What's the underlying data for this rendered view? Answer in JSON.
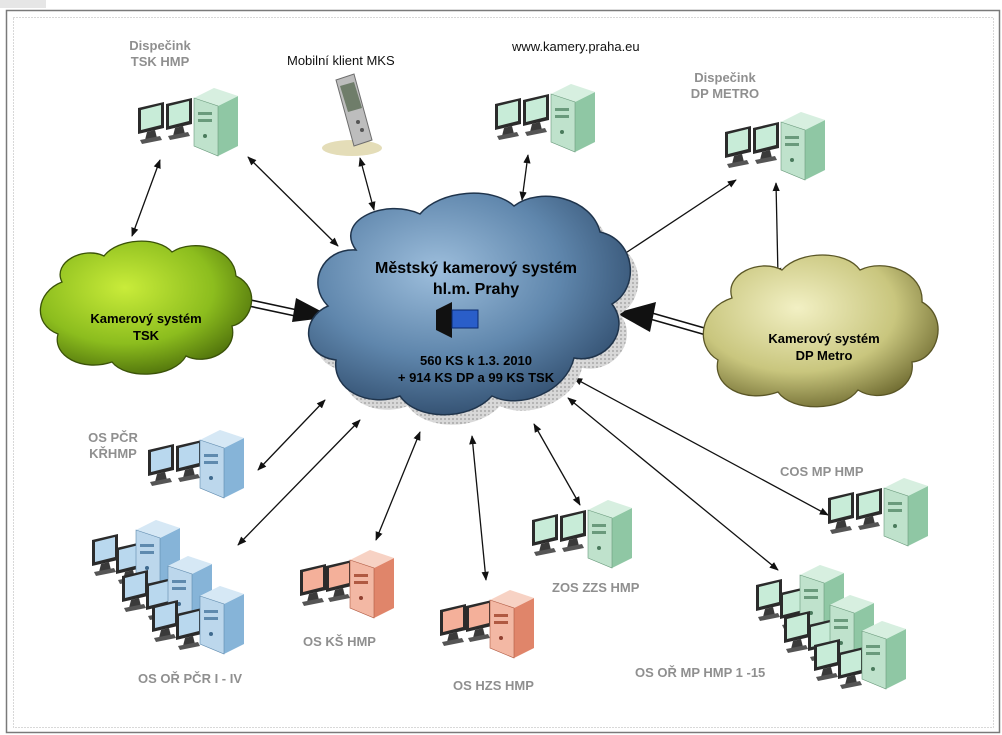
{
  "colors": {
    "main_cloud": "#5f86ac",
    "tsk_cloud": "#8cbd1e",
    "metro_cloud": "#c9c67e",
    "monitor_green": "#c8ecd8",
    "monitor_blue": "#b9d8ee",
    "monitor_red": "#f4b09a",
    "label_gray": "#8f8f8f"
  },
  "main_cloud": {
    "title_line1": "Městský kamerový systém",
    "title_line2": "hl.m. Prahy",
    "stats_line1": "560 KS  k 1.3. 2010",
    "stats_line2": "+ 914 KS DP a 99 KS TSK",
    "icon": "camera-icon"
  },
  "tsk_cloud": {
    "line1": "Kamerový systém",
    "line2": "TSK"
  },
  "metro_cloud": {
    "line1": "Kamerový systém",
    "line2": "DP Metro"
  },
  "nodes": {
    "dispecink_tsk": {
      "line1": "Dispečink",
      "line2": "TSK HMP"
    },
    "mobilni_klient": {
      "label": "Mobilní klient MKS"
    },
    "kamery_web": {
      "label": "www.kamery.praha.eu"
    },
    "dispecink_dp": {
      "line1": "Dispečink",
      "line2": "DP METRO"
    },
    "os_pcr": {
      "line1": "OS PČR",
      "line2": "KŘHMP"
    },
    "os_or_pcr": {
      "label": "OS OŘ PČR I - IV"
    },
    "os_ks": {
      "label": "OS KŠ HMP"
    },
    "os_hzs": {
      "label": "OS HZS HMP"
    },
    "zos_zzs": {
      "label": "ZOS ZZS HMP"
    },
    "cos_mp": {
      "label": "COS MP HMP"
    },
    "os_or_mp": {
      "label": "OS OŘ MP HMP 1 -15"
    }
  }
}
